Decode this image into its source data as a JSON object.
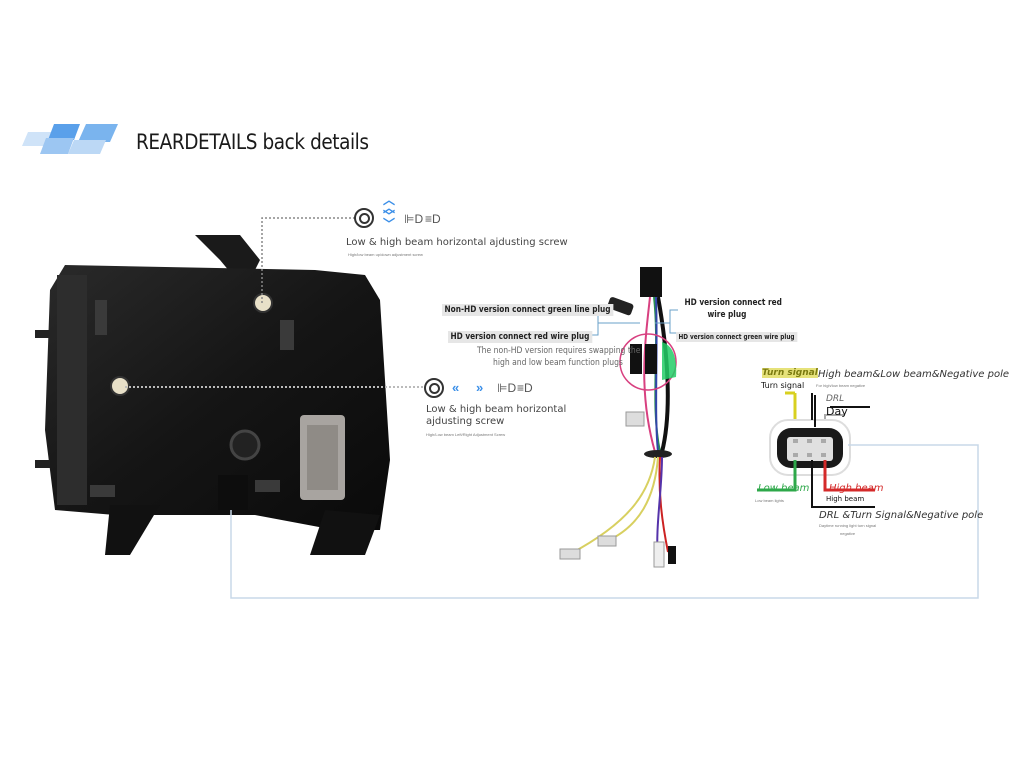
{
  "header": {
    "title": "REARDETAILS back details",
    "logo_icon": "blue-parallelogram-logo",
    "accent_color": "#3b8fe8"
  },
  "vertical_adjuster": {
    "label": "Low & high beam horizontal ajdusting screw",
    "sublabel": "High/low beam up/down adjustment screw",
    "icons": [
      "adjust-screw-icon",
      "arrow-up-icon",
      "arrow-down-icon",
      "low-beam-icon",
      "high-beam-icon"
    ]
  },
  "horizontal_adjuster": {
    "label_line1": "Low & high beam horizontal",
    "label_line2": "ajdusting screw",
    "sublabel": "High/Low beam Left/Right Adjustment Screw",
    "icons": [
      "adjust-screw-icon",
      "arrow-left-icon",
      "arrow-right-icon",
      "low-beam-icon",
      "high-beam-icon"
    ]
  },
  "harness": {
    "non_hd_green": "Non-HD version connect green line plug",
    "hd_red": "HD version connect red wire plug",
    "note_line1": "The non-HD version requires swapping the",
    "note_line2": "high and low beam function plugs",
    "hd_red_right_line1": "HD version connect red",
    "hd_red_right_line2": "wire plug",
    "hd_green_right": "HD version connect green wire plug"
  },
  "connector": {
    "turn_signal_colored": "Turn signal",
    "turn_signal": "Turn signal",
    "top_pole": "High beam&Low beam&Negative pole",
    "top_pole_sub": "For high/low beam negative",
    "drl": "DRL",
    "day": "Day",
    "low_beam": "Low beam",
    "low_beam_sub": "Low beam lights",
    "high_beam_colored": "High beam",
    "high_beam": "High beam",
    "bottom_pole": "DRL &Turn Signal&Negative pole",
    "bottom_pole_sub": "Daytime running light turn signal",
    "bottom_pole_sub2": "negative",
    "wire_colors": {
      "turn_signal": "#d8d020",
      "negative": "#111111",
      "drl": "#aaaaaa",
      "low_beam": "#2ea84a",
      "high_beam": "#d42a2a"
    }
  }
}
